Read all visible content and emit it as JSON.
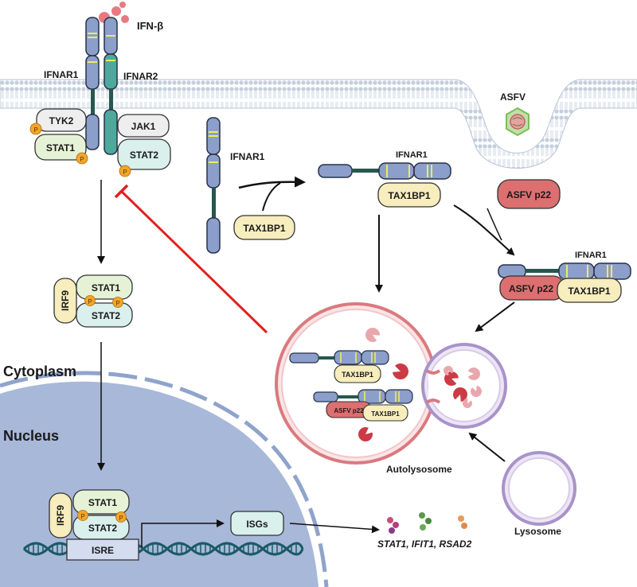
{
  "labels": {
    "ifn_beta": "IFN-β",
    "ifnar1_receptor": "IFNAR1",
    "ifnar2_receptor": "IFNAR2",
    "tyk2": "TYK2",
    "jak1": "JAK1",
    "stat1_membrane": "STAT1",
    "stat2_membrane": "STAT2",
    "phospho": "P",
    "asfv": "ASFV",
    "ifnar1_free": "IFNAR1",
    "tax1bp1_free": "TAX1BP1",
    "ifnar1_complex": "IFNAR1",
    "tax1bp1_complex": "TAX1BP1",
    "asfv_p22": "ASFV p22",
    "ifnar1_ternary": "IFNAR1",
    "asfv_p22_ternary": "ASFV p22",
    "tax1bp1_ternary": "TAX1BP1",
    "irf9_cyto": "IRF9",
    "stat1_cyto": "STAT1",
    "stat2_cyto": "STAT2",
    "cytoplasm": "Cytoplasm",
    "nucleus": "Nucleus",
    "irf9_nuc": "IRF9",
    "stat1_nuc": "STAT1",
    "stat2_nuc": "STAT2",
    "isre": "ISRE",
    "isgs": "ISGs",
    "isg_genes": "STAT1, IFIT1, RSAD2",
    "tax1bp1_auto1": "TAX1BP1",
    "asfv_p22_auto": "ASFV p22",
    "tax1bp1_auto2": "TAX1BP1",
    "autolysosome": "Autolysosome",
    "lysosome": "Lysosome"
  },
  "colors": {
    "receptor_blue": "#8c9fcb",
    "receptor_teal": "#4fa89c",
    "stat_yellow": "#f7edbd",
    "stat_cyan": "#d9f0ec",
    "p22_red": "#dc6f6f",
    "phospho_orange": "#f3a52a",
    "inhibit_red": "#e0201f",
    "nucleus_blue": "#a8b8d9",
    "autolysosome_pink": "#d97a7f",
    "lysosome_purple": "#a893c9",
    "enzyme_red": "#cc3a45"
  }
}
